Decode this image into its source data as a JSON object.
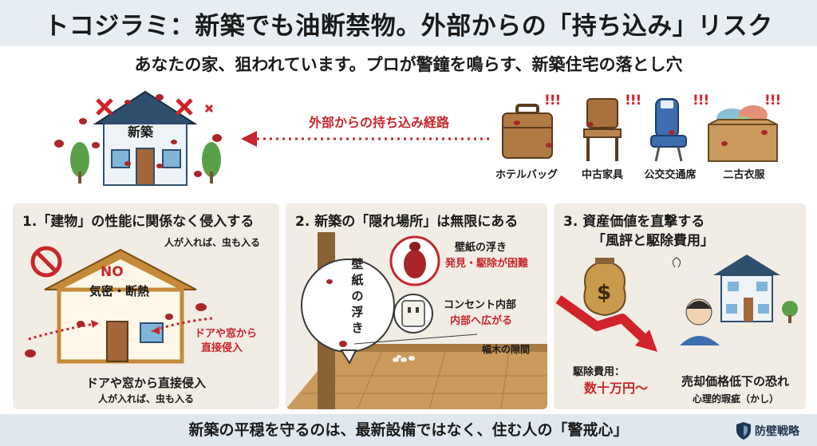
{
  "title": "トコジラミ：新築でも油断禁物。外部からの「持ち込み」リスク",
  "subtitle": "あなたの家、狙われています。プロが警鐘を鳴らす、新築住宅の落とし穴",
  "hero": {
    "house_label": "新築",
    "route_label": "外部からの持ち込み経路",
    "alert_mark": "!!!",
    "items": [
      {
        "label": "ホテルバッグ",
        "icon": "suitcase-icon"
      },
      {
        "label": "中古家具",
        "icon": "chair-icon"
      },
      {
        "label": "公交交通席",
        "icon": "train-seat-icon"
      },
      {
        "label": "二古衣服",
        "icon": "clothes-box-icon"
      }
    ]
  },
  "panels": {
    "p1": {
      "heading": "1.「建物」の性能に関係なく侵入する",
      "note_top": "人が入れば、虫も入る",
      "no_label": "NO",
      "house_text": "気密・断熱",
      "side_label_1": "ドアや窓から",
      "side_label_2": "直接侵入",
      "bottom_1": "ドアや窓から直接侵入",
      "bottom_2": "人が入れば、虫も入る"
    },
    "p2": {
      "heading": "2. 新築の「隠れ場所」は無限にある",
      "bubble": [
        "壁",
        "紙",
        "の",
        "浮",
        "き"
      ],
      "wallpaper_title": "壁紙の浮き",
      "wallpaper_detail": "発見・駆除が困難",
      "outlet_title": "コンセント内部",
      "outlet_detail": "内部へ広がる",
      "baseboard": "幅木の隙間"
    },
    "p3": {
      "heading_1": "3. 資産価値を直撃する",
      "heading_2": "「風評と駆除費用」",
      "cost_label": "駆除費用：",
      "cost_value": "数十万円〜",
      "fear": "売却価格低下の恐れ",
      "stigma": "心理的瑕疵（かし）"
    }
  },
  "footer": {
    "text": "新築の平穏を守るのは、最新設備ではなく、住む人の「警戒心」",
    "brand": "防壁戦略"
  },
  "colors": {
    "accent_red": "#c8262b",
    "title_bg": "#e6eef3",
    "panel_bg": "#f1ece4",
    "house_blue": "#2f4f6f"
  }
}
